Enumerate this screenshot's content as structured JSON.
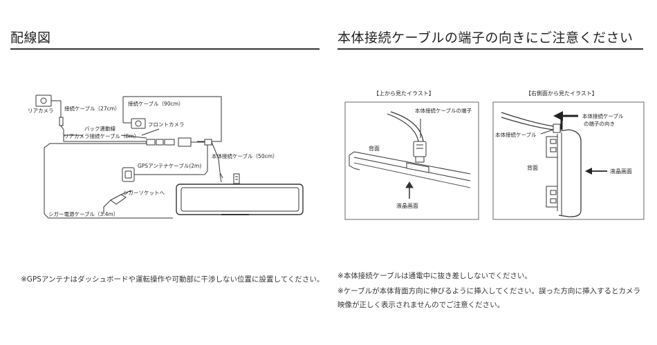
{
  "left": {
    "title": "配線図",
    "labels": {
      "rear_camera": "リアカメラ",
      "connect_cable_27": "接続ケーブル（27cm）",
      "connect_cable_90": "接続ケーブル（90cm）",
      "front_camera": "フロントカメラ",
      "back_link": "バック連動線",
      "rear_cable_8m": "リアカメラ接続ケーブル（8m）",
      "main_cable_50": "本体接続ケーブル（50cm）",
      "gps_antenna": "GPSアンテナケーブル(2m)",
      "cigar_socket": "シガーソケットへ",
      "cigar_cable": "シガー電源ケーブル（3.4m）"
    },
    "note": "※GPSアンテナはダッシュボードや運転操作や可動部に干渉しない位置に設置してください。"
  },
  "right": {
    "title": "本体接続ケーブルの端子の向きにご注意ください",
    "top_view": {
      "caption": "【上から見たイラスト】",
      "terminal": "本体接続ケーブルの端子",
      "back": "背面",
      "lcd": "液晶画面"
    },
    "side_view": {
      "caption": "【右側面から見たイラスト】",
      "terminal_dir_1": "本体接続ケーブル",
      "terminal_dir_2": "の端子の向き",
      "cable": "本体接続ケーブル",
      "back": "背面",
      "lcd": "液晶画面"
    },
    "notes": [
      "※本体接続ケーブルは通電中に抜き差ししないでください。",
      "※ケーブルが本体背面方向に伸びるように挿入してください。誤った方向に挿入するとカメラ",
      "映像が正しく表示されませんのでご注意ください。"
    ]
  }
}
